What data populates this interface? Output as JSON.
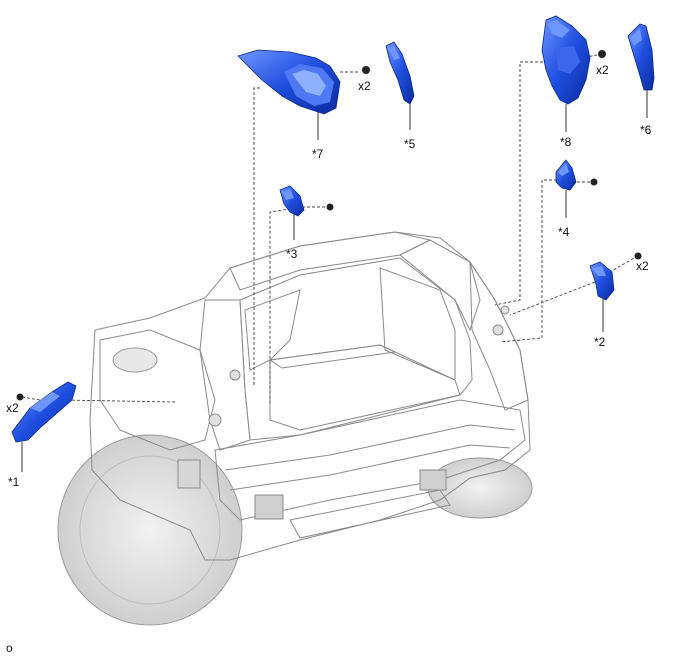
{
  "diagram": {
    "parts": [
      {
        "id": "p1",
        "label": "*1",
        "qty": "x2"
      },
      {
        "id": "p2",
        "label": "*2",
        "qty": "x2"
      },
      {
        "id": "p3",
        "label": "*3"
      },
      {
        "id": "p4",
        "label": "*4"
      },
      {
        "id": "p5",
        "label": "*5"
      },
      {
        "id": "p6",
        "label": "*6"
      },
      {
        "id": "p7",
        "label": "*7",
        "qty": "x2"
      },
      {
        "id": "p8",
        "label": "*8",
        "qty": "x2"
      }
    ],
    "corner_mark": "o",
    "colors": {
      "part_fill": "#1f4fe0",
      "part_highlight": "#6f96ff",
      "part_shadow": "#0b2a9c",
      "car_body": "#eeeeee",
      "car_line": "#8a8a8a"
    }
  }
}
